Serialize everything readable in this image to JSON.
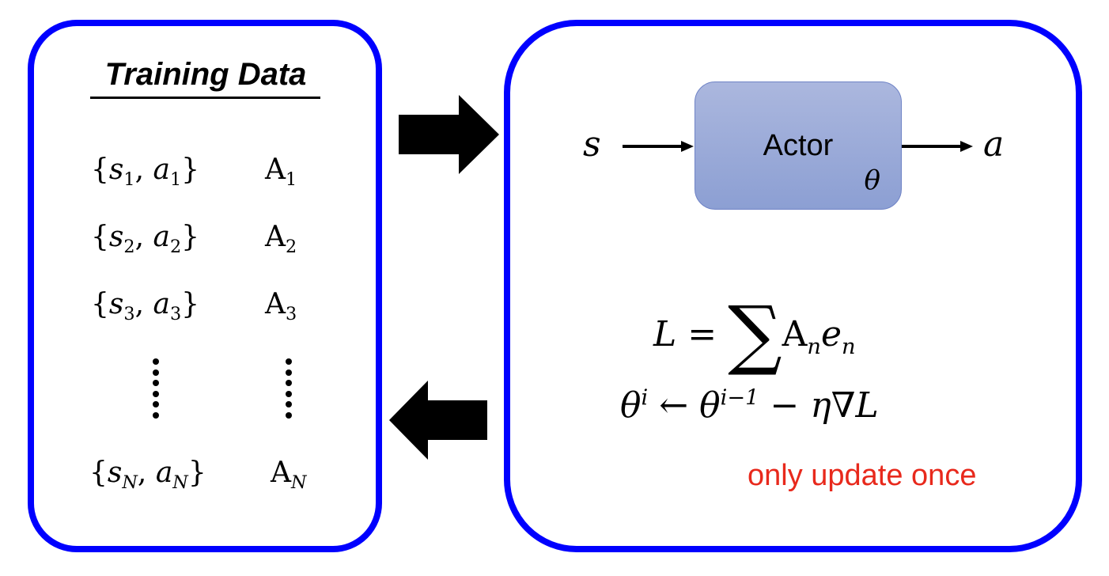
{
  "training_data": {
    "title": "Training Data",
    "rows": [
      {
        "state": "s",
        "action": "a",
        "index": "1",
        "advantage": "A",
        "adv_index": "1"
      },
      {
        "state": "s",
        "action": "a",
        "index": "2",
        "advantage": "A",
        "adv_index": "2"
      },
      {
        "state": "s",
        "action": "a",
        "index": "3",
        "advantage": "A",
        "adv_index": "3"
      }
    ],
    "last_row": {
      "state": "s",
      "action": "a",
      "index": "N",
      "advantage": "A",
      "adv_index": "N"
    },
    "brace_open": "{",
    "brace_close": "}",
    "comma": ","
  },
  "actor": {
    "label": "Actor",
    "param": "θ",
    "input": "s",
    "output": "a"
  },
  "loss_equation": {
    "lhs": "L",
    "equals": "=",
    "sum": "∑",
    "term_A": "A",
    "term_A_sub": "n",
    "term_e": "e",
    "term_e_sub": "n"
  },
  "update_equation": {
    "theta": "θ",
    "sup_new": "i",
    "arrow": "←",
    "sup_old": "i−1",
    "minus": "−",
    "eta": "η",
    "nabla": "∇",
    "loss": "L"
  },
  "note": {
    "text": "only update once",
    "color": "#e8291c"
  },
  "colors": {
    "panel_border": "#0000ff",
    "actor_fill_top": "#abb7de",
    "actor_fill_bottom": "#8c9fd3"
  },
  "arrows": {
    "to_actor": "right",
    "to_data": "left"
  }
}
